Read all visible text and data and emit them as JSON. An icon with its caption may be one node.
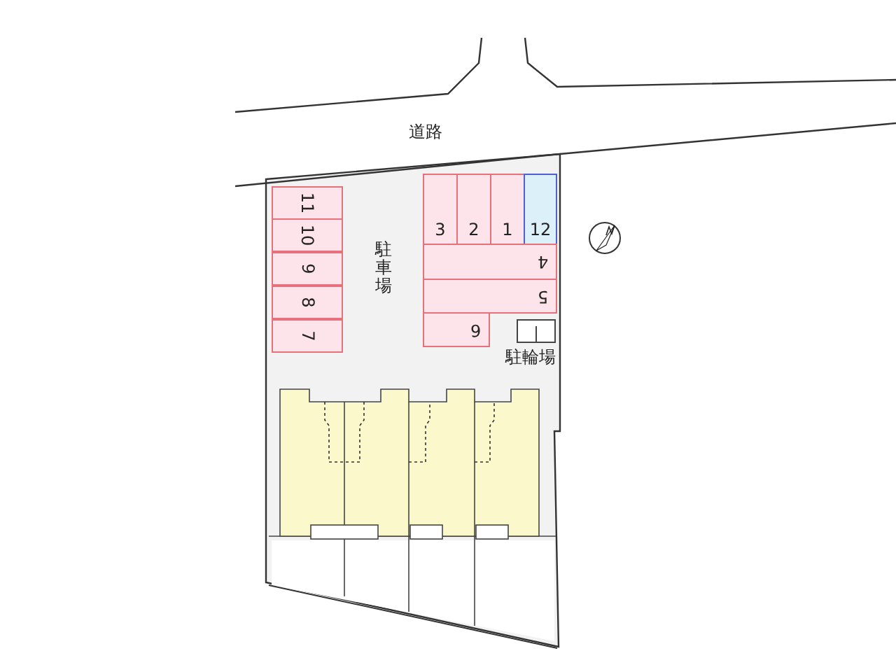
{
  "diagram": {
    "nodes": [
      {
        "text": [
          "11"
        ]
      },
      {
        "text": [
          "10"
        ]
      },
      {
        "text": [
          "9"
        ]
      },
      {
        "text": [
          "8"
        ]
      },
      {
        "text": [
          "7"
        ]
      },
      {
        "text": [
          "3"
        ]
      },
      {
        "text": [
          "2"
        ]
      },
      {
        "text": [
          "1"
        ]
      },
      {
        "text": [
          "12"
        ]
      },
      {
        "text": [
          "4"
        ]
      },
      {
        "text": [
          "5"
        ]
      },
      {
        "text": [
          "6"
        ]
      },
      {
        "text": [],
        "shape": "box",
        "beside": [
          "駐輪場"
        ]
      }
    ],
    "labels": [
      "道路",
      "駐車場"
    ]
  }
}
